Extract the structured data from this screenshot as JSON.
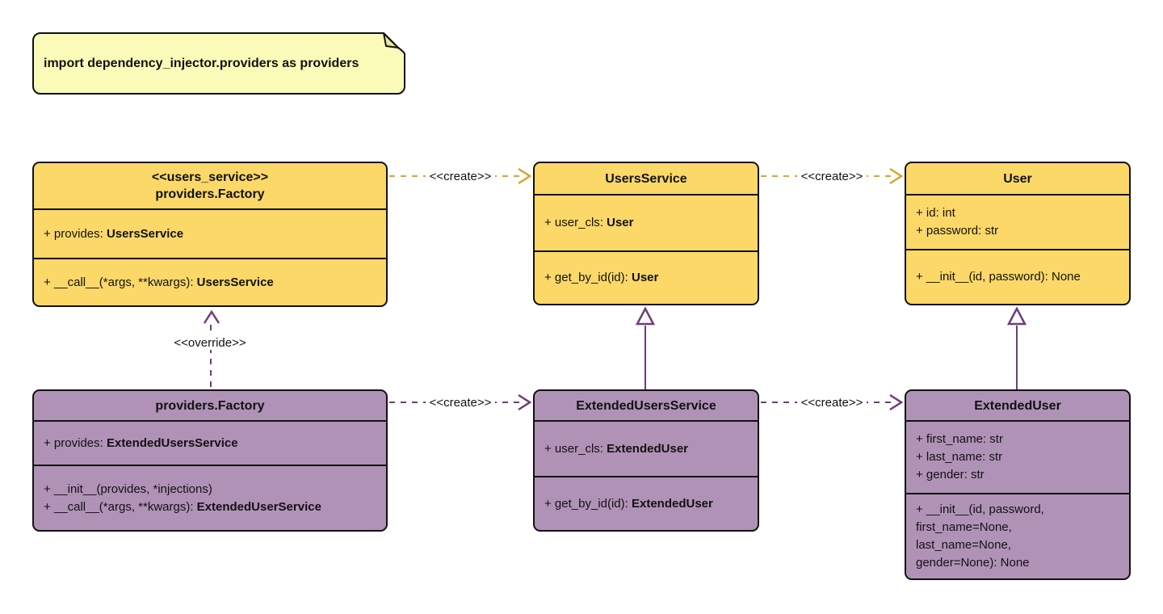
{
  "note": {
    "text": "import dependency_injector.providers as providers"
  },
  "labels": {
    "create": "<<create>>",
    "override": "<<override>>"
  },
  "colors": {
    "class_yellow_fill": "#FBD868",
    "class_purple_fill": "#B192B7",
    "note_fill": "#FBFBB9",
    "gold_edge": "#D9A62A",
    "purple_edge": "#6F3C78",
    "border": "#111111",
    "background": "#FFFFFF"
  },
  "classes": {
    "users_factory": {
      "stereotype": "<<users_service>>",
      "name": "providers.Factory",
      "attributes": [
        {
          "text": "+ provides: ",
          "type": "UsersService"
        }
      ],
      "methods": [
        {
          "text": "+ __call__(*args, **kwargs): ",
          "type": "UsersService"
        }
      ]
    },
    "users_service": {
      "name": "UsersService",
      "attributes": [
        {
          "text": "+ user_cls: ",
          "type": "User"
        }
      ],
      "methods": [
        {
          "text": "+ get_by_id(id): ",
          "type": "User"
        }
      ]
    },
    "user": {
      "name": "User",
      "attributes": [
        {
          "text": "+ id: int",
          "type": ""
        },
        {
          "text": "+ password: str",
          "type": ""
        }
      ],
      "methods": [
        {
          "text": "+ __init__(id, password): None",
          "type": ""
        }
      ]
    },
    "extended_factory": {
      "name": "providers.Factory",
      "attributes": [
        {
          "text": "+ provides: ",
          "type": "ExtendedUsersService"
        }
      ],
      "methods": [
        {
          "text": "+ __init__(provides, *injections)",
          "type": ""
        },
        {
          "text": "+ __call__(*args, **kwargs): ",
          "type": "ExtendedUserService"
        }
      ]
    },
    "extended_users_service": {
      "name": "ExtendedUsersService",
      "attributes": [
        {
          "text": "+ user_cls: ",
          "type": "ExtendedUser"
        }
      ],
      "methods": [
        {
          "text": "+ get_by_id(id): ",
          "type": "ExtendedUser"
        }
      ]
    },
    "extended_user": {
      "name": "ExtendedUser",
      "attributes": [
        {
          "text": "+ first_name: str",
          "type": ""
        },
        {
          "text": "+ last_name: str",
          "type": ""
        },
        {
          "text": "+ gender: str",
          "type": ""
        }
      ],
      "methods": [
        {
          "text": "+ __init__(id, password,",
          "type": ""
        },
        {
          "text": "first_name=None,",
          "type": ""
        },
        {
          "text": "last_name=None,",
          "type": ""
        },
        {
          "text": "gender=None): None",
          "type": ""
        }
      ]
    }
  }
}
